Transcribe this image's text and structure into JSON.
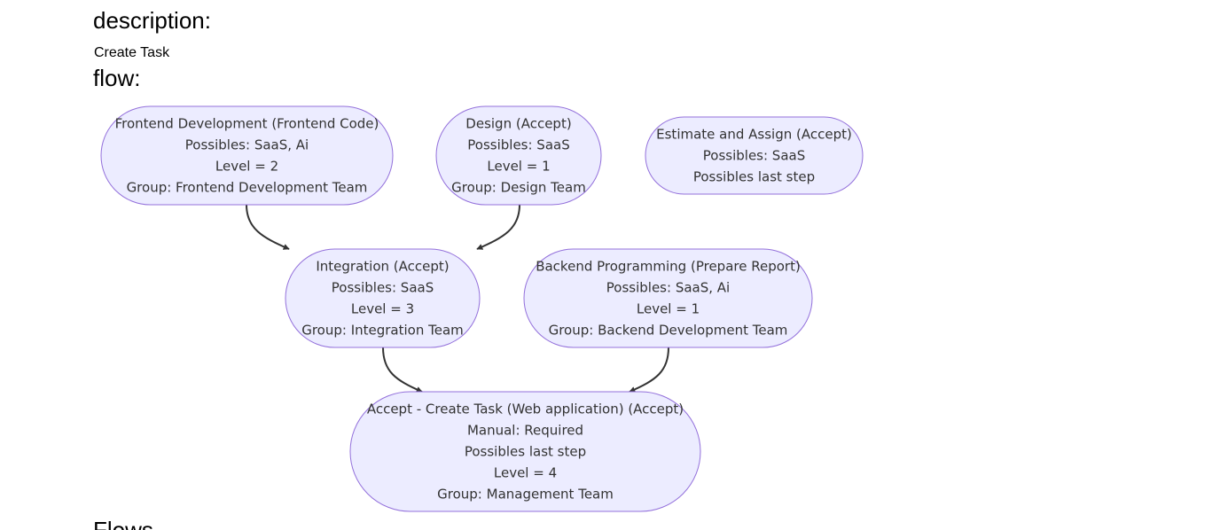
{
  "headings": {
    "description": "description:",
    "description_text": "Create Task",
    "flow": "flow:",
    "flows": "Flows"
  },
  "colors": {
    "node_fill": "#ececff",
    "node_stroke": "#9370db",
    "edge": "#333333",
    "link": "#0b63ce"
  },
  "flow": {
    "nodes": [
      {
        "id": "frontend",
        "lines": [
          "Frontend Development (Frontend Code)",
          "Possibles: SaaS, Ai",
          "Level = 2",
          "Group: Frontend Development Team"
        ]
      },
      {
        "id": "design",
        "lines": [
          "Design (Accept)",
          "Possibles: SaaS",
          "Level = 1",
          "Group: Design Team"
        ]
      },
      {
        "id": "estimate",
        "lines": [
          "Estimate and Assign (Accept)",
          "Possibles: SaaS",
          "Possibles last step"
        ]
      },
      {
        "id": "integration",
        "lines": [
          "Integration (Accept)",
          "Possibles: SaaS",
          "Level = 3",
          "Group: Integration Team"
        ]
      },
      {
        "id": "backend",
        "lines": [
          "Backend Programming (Prepare Report)",
          "Possibles: SaaS, Ai",
          "Level = 1",
          "Group: Backend Development Team"
        ]
      },
      {
        "id": "accept",
        "lines": [
          "Accept - Create Task (Web application) (Accept)",
          "Manual: Required",
          "Possibles last step",
          "Level = 4",
          "Group: Management Team"
        ]
      }
    ],
    "edges": [
      {
        "from": "frontend",
        "to": "integration"
      },
      {
        "from": "design",
        "to": "integration"
      },
      {
        "from": "integration",
        "to": "accept"
      },
      {
        "from": "backend",
        "to": "accept"
      }
    ]
  }
}
